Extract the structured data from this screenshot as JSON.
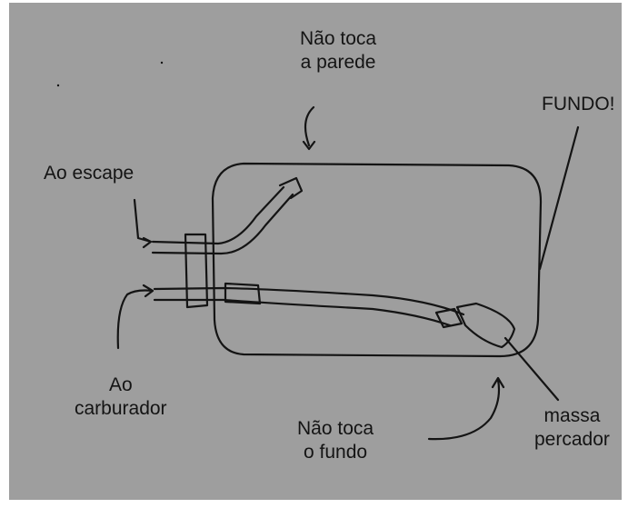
{
  "colors": {
    "background": "#9e9e9e",
    "ink": "#141414",
    "frame": "#ffffff"
  },
  "labels": {
    "nao_toca_parede": [
      "Não toca",
      "a parede"
    ],
    "fundo": "FUNDO!",
    "ao_escape": "Ao escape",
    "ao_carburador": [
      "Ao",
      "carburador"
    ],
    "nao_toca_fundo": [
      "Não toca",
      "o fundo"
    ],
    "massa_percador": [
      "massa",
      "percador"
    ]
  }
}
